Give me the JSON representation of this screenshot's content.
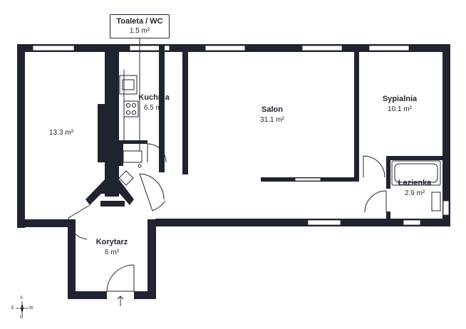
{
  "rooms": {
    "living_room": {
      "name": "Salon",
      "area": "31.1 m²"
    },
    "bedroom": {
      "name": "Sypialnia",
      "area": "10.1 m²"
    },
    "kitchen": {
      "name": "Kuchnia",
      "area": "6.5 m²"
    },
    "bathroom": {
      "name": "Łazienka",
      "area": "2.9 m²"
    },
    "hallway": {
      "name": "Korytarz",
      "area": "6 m²"
    },
    "room_left": {
      "name": "",
      "area": "13.3 m²"
    },
    "toilet": {
      "name": "Toaleta / WC",
      "area": "1.5 m²"
    }
  },
  "compass": {
    "north": "N",
    "south": "S",
    "east": "E",
    "west": "W"
  },
  "colors": {
    "wall": "#1f2430",
    "background": "#ffffff"
  }
}
